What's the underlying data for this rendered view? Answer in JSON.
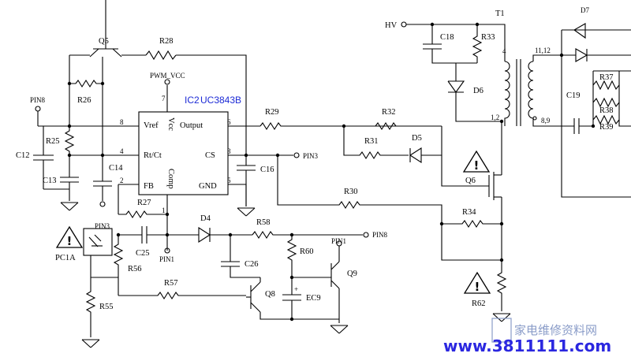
{
  "chip": {
    "ref": "IC2",
    "part": "UC3843B",
    "pins": {
      "vref": "Vref",
      "rtct": "Rt/Ct",
      "fb": "FB",
      "output": "Output",
      "cs": "CS",
      "gnd": "GND",
      "vcc": "Vcc",
      "comp": "Comp",
      "n1": "1",
      "n2": "2",
      "n4": "4",
      "n5": "5",
      "n6": "6",
      "n7": "7",
      "n8": "8",
      "n3": "3"
    }
  },
  "nets": {
    "pwm_vcc": "PWM_VCC",
    "hv": "HV",
    "pin8_left": "PIN8",
    "pin3_right": "PIN3",
    "pin3_bottom": "PIN3",
    "pin1_bottom": "PIN1",
    "pin1_top": "PIN1",
    "pin8_right": "PIN8"
  },
  "components": {
    "q5": "Q5",
    "r28": "R28",
    "r26": "R26",
    "r25": "R25",
    "c12": "C12",
    "c13": "C13",
    "c14": "C14",
    "r29": "R29",
    "r32": "R32",
    "r31": "R31",
    "d5": "D5",
    "c16": "C16",
    "r30": "R30",
    "r27": "R27",
    "d4": "D4",
    "r58": "R58",
    "c25": "C25",
    "r56": "R56",
    "pc1a": "PC1A",
    "r55": "R55",
    "r57": "R57",
    "c26": "C26",
    "r60": "R60",
    "q8": "Q8",
    "ec9": "EC9",
    "q9": "Q9",
    "c18": "C18",
    "r33": "R33",
    "d6": "D6",
    "t1": "T1",
    "q6": "Q6",
    "r34": "R34",
    "r62": "R62",
    "c19": "C19",
    "r37": "R37",
    "r38": "R38",
    "r39": "R39",
    "d7": "D7"
  },
  "transformer": {
    "p4": "4",
    "p12": "1,2",
    "p1112": "11,12",
    "p89": "8,9"
  },
  "watermark": {
    "url": "www.3811111.com",
    "cn": "家电维修资料网"
  }
}
